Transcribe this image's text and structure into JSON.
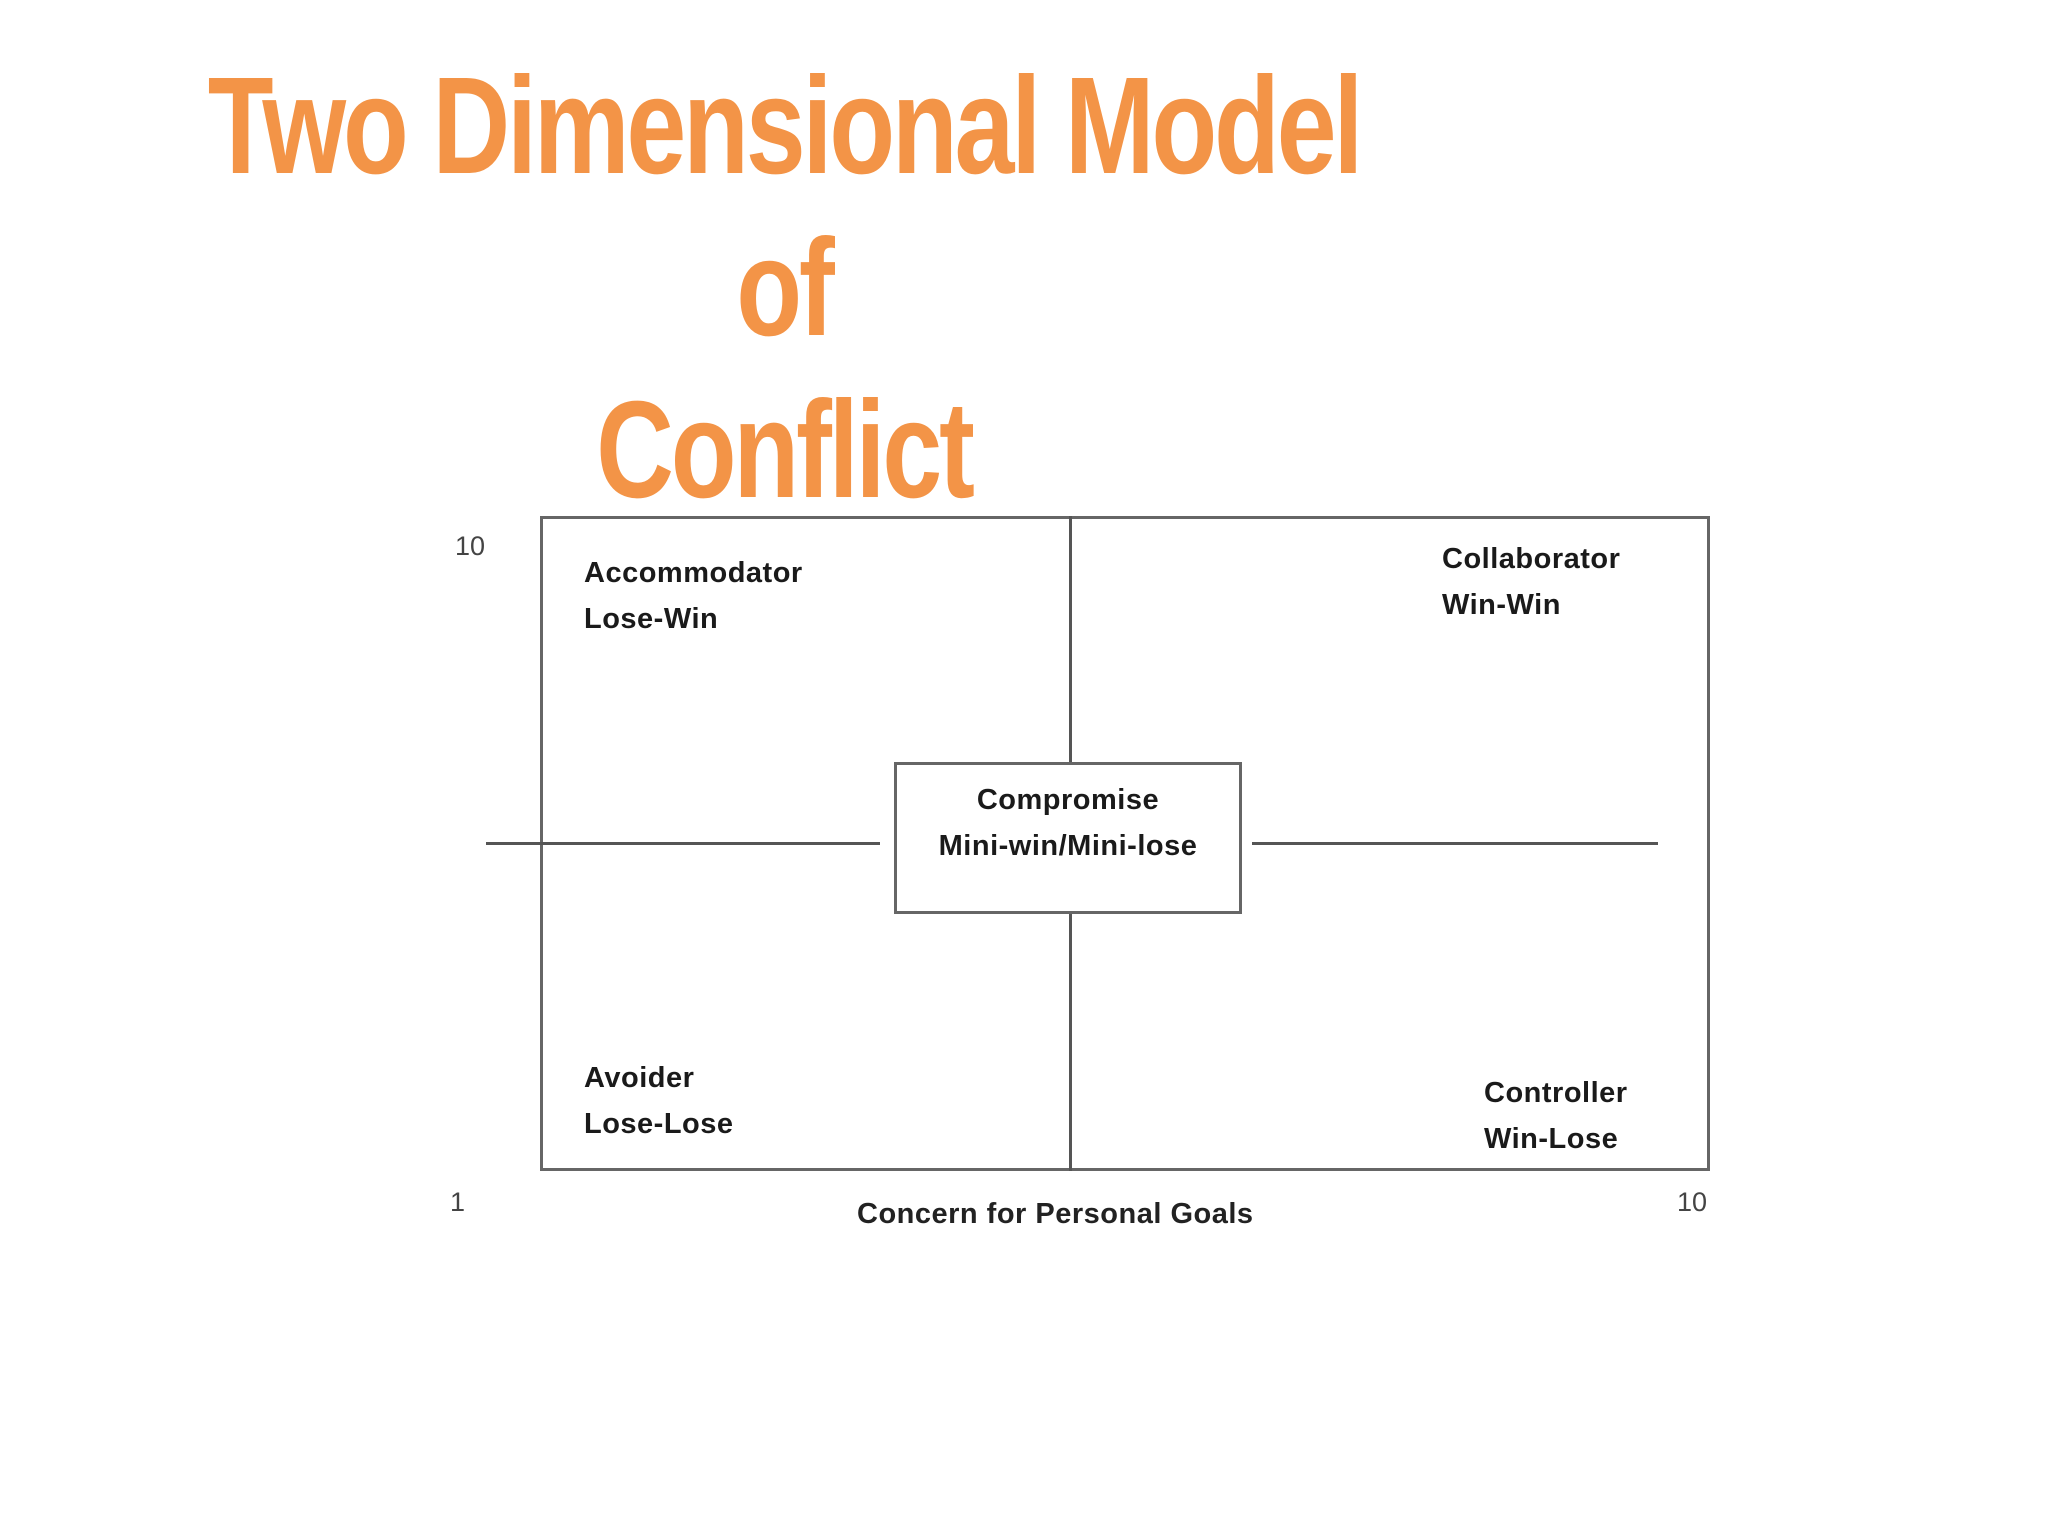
{
  "title": {
    "line1": "Two Dimensional Model of",
    "line2": "Conflict"
  },
  "colors": {
    "title": "#F39447",
    "lines": "#555555",
    "text": "#1a1a1a"
  },
  "quadrants": {
    "top_left": {
      "name": "Accommodator",
      "outcome": "Lose-Win"
    },
    "top_right": {
      "name": "Collaborator",
      "outcome": "Win-Win"
    },
    "bottom_left": {
      "name": "Avoider",
      "outcome": "Lose-Lose"
    },
    "bottom_right": {
      "name": "Controller",
      "outcome": "Win-Lose"
    }
  },
  "center": {
    "name": "Compromise",
    "outcome": "Mini-win/Mini-lose"
  },
  "axis": {
    "x_label": "Concern for Personal Goals",
    "y_max": "10",
    "origin": "1",
    "x_max": "10"
  }
}
